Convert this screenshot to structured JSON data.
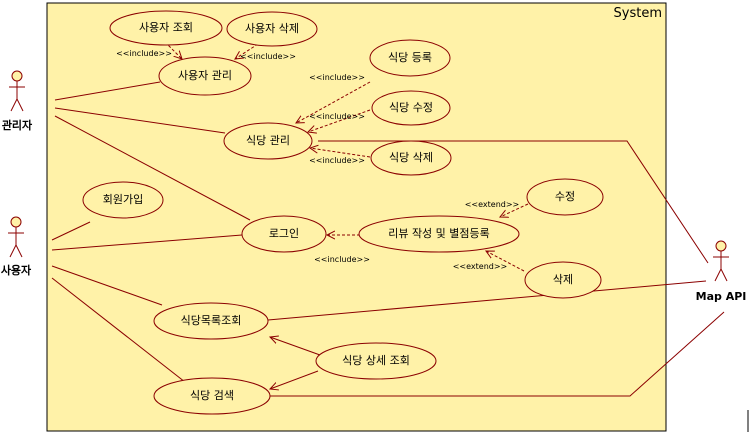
{
  "system": {
    "label": "System"
  },
  "colors": {
    "fill": "#fff2a8",
    "stroke": "#8b0000",
    "text": "#000000"
  },
  "actors": [
    {
      "id": "admin",
      "label": "관리자"
    },
    {
      "id": "user",
      "label": "사용자"
    },
    {
      "id": "map",
      "label": "Map API"
    }
  ],
  "usecases": [
    {
      "id": "uc_user_view",
      "label": "사용자 조회"
    },
    {
      "id": "uc_user_delete",
      "label": "사용자 삭제"
    },
    {
      "id": "uc_user_manage",
      "label": "사용자 관리"
    },
    {
      "id": "uc_rest_register",
      "label": "식당 등록"
    },
    {
      "id": "uc_rest_edit",
      "label": "식당 수정"
    },
    {
      "id": "uc_rest_manage",
      "label": "식당 관리"
    },
    {
      "id": "uc_rest_delete",
      "label": "식당 삭제"
    },
    {
      "id": "uc_signup",
      "label": "회원가입"
    },
    {
      "id": "uc_login",
      "label": "로그인"
    },
    {
      "id": "uc_review",
      "label": "리뷰 작성 및 별점등록"
    },
    {
      "id": "uc_review_edit",
      "label": "수정"
    },
    {
      "id": "uc_review_delete",
      "label": "삭제"
    },
    {
      "id": "uc_rest_list",
      "label": "식당목록조회"
    },
    {
      "id": "uc_rest_detail",
      "label": "식당 상세 조회"
    },
    {
      "id": "uc_rest_search",
      "label": "식당 검색"
    }
  ],
  "relations": [
    {
      "type": "include",
      "label": "<<include>>"
    },
    {
      "type": "include",
      "label": "<<include>>"
    },
    {
      "type": "include",
      "label": "<<include>>"
    },
    {
      "type": "include",
      "label": "<<include>>"
    },
    {
      "type": "include",
      "label": "<<include>>"
    },
    {
      "type": "include",
      "label": "<<include>>"
    },
    {
      "type": "extend",
      "label": "<<extend>>"
    },
    {
      "type": "extend",
      "label": "<<extend>>"
    }
  ]
}
